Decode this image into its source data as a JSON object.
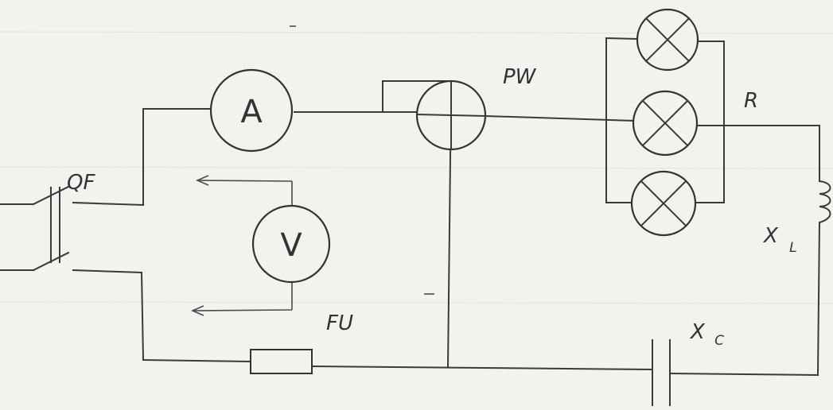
{
  "diagram": {
    "type": "electrical circuit schematic",
    "meters": {
      "ammeter": "A",
      "voltmeter": "V"
    },
    "labels": {
      "breaker": "QF",
      "wattmeter": "PW",
      "lamps": "R",
      "fuse": "FU",
      "inductor_main": "X",
      "inductor_sub": "L",
      "capacitor_main": "X",
      "capacitor_sub": "C"
    }
  }
}
